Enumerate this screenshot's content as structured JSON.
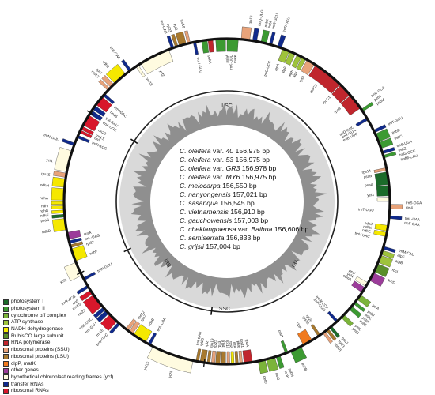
{
  "region_labels": {
    "lsc": "LSC",
    "ssc": "SSC",
    "ira": "IRA",
    "irb": "IRB"
  },
  "species_list": [
    {
      "name": "C. oleifera",
      "suffix": " var. 40",
      "size": " 156,975 bp"
    },
    {
      "name": "C. oleifera",
      "suffix": " var. 53",
      "size": " 156,975 bp"
    },
    {
      "name": "C. oleifera",
      "suffix": " var. GR3",
      "size": " 156,978 bp"
    },
    {
      "name": "C. oleifera",
      "suffix": " var. MY6",
      "size": " 156,975 bp"
    },
    {
      "name": "C. meiocarpa",
      "suffix": "",
      "size": " 156,550 bp"
    },
    {
      "name": "C. nanyongensis",
      "suffix": "",
      "size": " 157,021 bp"
    },
    {
      "name": "C. sasanqua",
      "suffix": "",
      "size": " 156,545 bp"
    },
    {
      "name": "C. vietnamensis",
      "suffix": "",
      "size": " 156,910 bp"
    },
    {
      "name": "C. gauchowensis",
      "suffix": "",
      "size": " 157,003 bp"
    },
    {
      "name": "C. chekiangoleosa",
      "suffix": " var. Baihua",
      "size": " 156,606 bp"
    },
    {
      "name": "C. semiserrata",
      "suffix": "",
      "size": " 156,833 bp"
    },
    {
      "name": "C. grijsii",
      "suffix": "",
      "size": " 157,004 bp"
    }
  ],
  "legend": [
    {
      "label": "photosystem I",
      "color": "#1b6b2a"
    },
    {
      "label": "photosystem II",
      "color": "#3c9a32"
    },
    {
      "label": "cytochrome b/f complex",
      "color": "#7bb43a"
    },
    {
      "label": "ATP synthase",
      "color": "#9ec33b"
    },
    {
      "label": "NADH dehydrogenase",
      "color": "#f5e800"
    },
    {
      "label": "RubisCO large subunit",
      "color": "#5a8f2a"
    },
    {
      "label": "RNA polymerase",
      "color": "#c0262d"
    },
    {
      "label": "ribosomal proteins (SSU)",
      "color": "#e8a37a"
    },
    {
      "label": "ribosomal proteins (LSU)",
      "color": "#a8792e"
    },
    {
      "label": "clpP, matK",
      "color": "#f07a1f"
    },
    {
      "label": "other genes",
      "color": "#9c3c9a"
    },
    {
      "label": "hypothetical chloroplast reading frames (ycf)",
      "color": "#fffbe0"
    },
    {
      "label": "transfer RNAs",
      "color": "#102a8c"
    },
    {
      "label": "ribosomal RNAs",
      "color": "#d8172b"
    }
  ],
  "gene_labels": [
    {
      "t": "psbA",
      "a": 0.2,
      "side": "in"
    },
    {
      "t": "trnK-UUU",
      "a": 1.8,
      "side": "in"
    },
    {
      "t": "matK",
      "a": 3.4,
      "side": "in"
    },
    {
      "t": "rps16",
      "a": 7.5,
      "side": "out"
    },
    {
      "t": "trnQ-UUG",
      "a": 10.5,
      "side": "out"
    },
    {
      "t": "psbK",
      "a": 12.5,
      "side": "out"
    },
    {
      "t": "psbI",
      "a": 13.7,
      "side": "out"
    },
    {
      "t": "trnS-GCU",
      "a": 15.0,
      "side": "out"
    },
    {
      "t": "trnG-UCC",
      "a": 17.0,
      "side": "in"
    },
    {
      "t": "trnR-UCU",
      "a": 18.6,
      "side": "out"
    },
    {
      "t": "atpA",
      "a": 20.5,
      "side": "in"
    },
    {
      "t": "atpF",
      "a": 23.5,
      "side": "in"
    },
    {
      "t": "atpH",
      "a": 26.5,
      "side": "in"
    },
    {
      "t": "atpI",
      "a": 28.3,
      "side": "in"
    },
    {
      "t": "rps2",
      "a": 31.5,
      "side": "in"
    },
    {
      "t": "rpoC2",
      "a": 37.5,
      "side": "in"
    },
    {
      "t": "rpoC1",
      "a": 44.5,
      "side": "in"
    },
    {
      "t": "rpoB",
      "a": 50.5,
      "side": "in"
    },
    {
      "t": "trnC-GCA",
      "a": 54.0,
      "side": "out"
    },
    {
      "t": "petN",
      "a": 55.5,
      "side": "out"
    },
    {
      "t": "psbM",
      "a": 57.0,
      "side": "out"
    },
    {
      "t": "trnD-GUC",
      "a": 59.5,
      "side": "in"
    },
    {
      "t": "trnY-GUA",
      "a": 61.0,
      "side": "in"
    },
    {
      "t": "trnE-UUC",
      "a": 62.5,
      "side": "in"
    },
    {
      "t": "trnT-GGU",
      "a": 64.5,
      "side": "out"
    },
    {
      "t": "psbD",
      "a": 67.5,
      "side": "out"
    },
    {
      "t": "psbC",
      "a": 69.5,
      "side": "out"
    },
    {
      "t": "trnS-UGA",
      "a": 72.0,
      "side": "out"
    },
    {
      "t": "psbZ",
      "a": 73.5,
      "side": "out"
    },
    {
      "t": "trnG-GCC",
      "a": 75.0,
      "side": "out"
    },
    {
      "t": "trnfM-CAU",
      "a": 76.5,
      "side": "out"
    },
    {
      "t": "rps14",
      "a": 78.0,
      "side": "in"
    },
    {
      "t": "psaB",
      "a": 80.0,
      "side": "in"
    },
    {
      "t": "psaA",
      "a": 83.5,
      "side": "in"
    },
    {
      "t": "ycf3",
      "a": 87.5,
      "side": "in"
    },
    {
      "t": "trnS-GGA",
      "a": 90.5,
      "side": "out"
    },
    {
      "t": "rps4",
      "a": 92.0,
      "side": "out"
    },
    {
      "t": "trnT-UGU",
      "a": 93.5,
      "side": "in"
    },
    {
      "t": "trnL-UAA",
      "a": 95.5,
      "side": "out"
    },
    {
      "t": "trnF-GAA",
      "a": 97.0,
      "side": "out"
    },
    {
      "t": "ndhJ",
      "a": 99.0,
      "side": "in"
    },
    {
      "t": "ndhK",
      "a": 100.5,
      "side": "in"
    },
    {
      "t": "ndhC",
      "a": 102.0,
      "side": "in"
    },
    {
      "t": "trnV-UAC",
      "a": 104.0,
      "side": "in"
    },
    {
      "t": "trnM-CAU",
      "a": 106.0,
      "side": "out"
    },
    {
      "t": "atpE",
      "a": 107.5,
      "side": "out"
    },
    {
      "t": "atpB",
      "a": 109.5,
      "side": "out"
    },
    {
      "t": "rbcL",
      "a": 112.5,
      "side": "out"
    },
    {
      "t": "accD",
      "a": 116.0,
      "side": "out"
    },
    {
      "t": "psaI",
      "a": 119.5,
      "side": "in"
    },
    {
      "t": "ycf4",
      "a": 121.0,
      "side": "in"
    },
    {
      "t": "cemA",
      "a": 122.5,
      "side": "in"
    },
    {
      "t": "petA",
      "a": 125.5,
      "side": "out"
    },
    {
      "t": "psbJ",
      "a": 128.0,
      "side": "out"
    },
    {
      "t": "psbL",
      "a": 129.3,
      "side": "out"
    },
    {
      "t": "psbF",
      "a": 130.6,
      "side": "out"
    },
    {
      "t": "psbE",
      "a": 131.9,
      "side": "out"
    },
    {
      "t": "petL",
      "a": 134.0,
      "side": "out"
    },
    {
      "t": "petG",
      "a": 135.3,
      "side": "out"
    },
    {
      "t": "trnW-CCA",
      "a": 136.8,
      "side": "in"
    },
    {
      "t": "trnP-UGG",
      "a": 138.3,
      "side": "in"
    },
    {
      "t": "psaJ",
      "a": 139.8,
      "side": "out"
    },
    {
      "t": "rpl33",
      "a": 141.3,
      "side": "out"
    },
    {
      "t": "rps18",
      "a": 142.8,
      "side": "out"
    },
    {
      "t": "rpl20",
      "a": 145.0,
      "side": "in"
    },
    {
      "t": "rps12",
      "a": 146.5,
      "side": "in"
    },
    {
      "t": "clpP",
      "a": 150.0,
      "side": "in"
    },
    {
      "t": "psbB",
      "a": 155.0,
      "side": "out"
    },
    {
      "t": "psbT",
      "a": 158.0,
      "side": "in"
    },
    {
      "t": "psbN",
      "a": 159.5,
      "side": "out"
    },
    {
      "t": "psbH",
      "a": 161.0,
      "side": "out"
    },
    {
      "t": "petB",
      "a": 164.0,
      "side": "out"
    },
    {
      "t": "petD",
      "a": 168.0,
      "side": "out"
    },
    {
      "t": "rpoA",
      "a": 172.0,
      "side": "in"
    },
    {
      "t": "rps11",
      "a": 174.0,
      "side": "in"
    },
    {
      "t": "rpl36",
      "a": 175.5,
      "side": "in"
    },
    {
      "t": "infA",
      "a": 177.0,
      "side": "in"
    },
    {
      "t": "rps8",
      "a": 178.5,
      "side": "in"
    },
    {
      "t": "rpl14",
      "a": 180.0,
      "side": "in"
    },
    {
      "t": "rpl16",
      "a": 181.5,
      "side": "in"
    },
    {
      "t": "rps3",
      "a": 183.0,
      "side": "in"
    },
    {
      "t": "rpl22",
      "a": 184.5,
      "side": "in"
    },
    {
      "t": "rps19",
      "a": 186.0,
      "side": "in"
    },
    {
      "t": "rpl2",
      "a": 188.0,
      "side": "in"
    },
    {
      "t": "rpl23",
      "a": 190.0,
      "side": "in"
    },
    {
      "t": "trnI-CAU",
      "a": 191.5,
      "side": "in"
    },
    {
      "t": "ycf2",
      "a": 198.0,
      "side": "out"
    },
    {
      "t": "trnL-CAA",
      "a": 208.0,
      "side": "in"
    },
    {
      "t": "ycf15",
      "a": 206.0,
      "side": "out"
    },
    {
      "t": "ndhB",
      "a": 212.0,
      "side": "in"
    },
    {
      "t": "rps7",
      "a": 215.5,
      "side": "in"
    },
    {
      "t": "rps12",
      "a": 217.0,
      "side": "in"
    },
    {
      "t": "trnV-GAC",
      "a": 222.0,
      "side": "out"
    },
    {
      "t": "rrn16",
      "a": 224.0,
      "side": "out"
    },
    {
      "t": "trnI-GAU",
      "a": 227.0,
      "side": "out"
    },
    {
      "t": "trnA-UGC",
      "a": 229.0,
      "side": "out"
    },
    {
      "t": "rrn23",
      "a": 232.5,
      "side": "out"
    },
    {
      "t": "rrn4.5",
      "a": 235.0,
      "side": "out"
    },
    {
      "t": "rrn5",
      "a": 236.3,
      "side": "out"
    },
    {
      "t": "trnR-ACG",
      "a": 238.0,
      "side": "out"
    },
    {
      "t": "trnN-GUU",
      "a": 241.5,
      "side": "in"
    },
    {
      "t": "ycf1",
      "a": 244.0,
      "side": "out"
    },
    {
      "t": "ndhF",
      "a": 249.0,
      "side": "in"
    },
    {
      "t": "rpl32",
      "a": 253.0,
      "side": "in"
    },
    {
      "t": "trnL-UAG",
      "a": 255.0,
      "side": "in"
    },
    {
      "t": "ccsA",
      "a": 257.0,
      "side": "in"
    },
    {
      "t": "ndhD",
      "a": 260.5,
      "side": "out"
    },
    {
      "t": "psaC",
      "a": 264.0,
      "side": "out"
    },
    {
      "t": "ndhE",
      "a": 265.5,
      "side": "out"
    },
    {
      "t": "ndhG",
      "a": 267.0,
      "side": "out"
    },
    {
      "t": "ndhI",
      "a": 268.5,
      "side": "out"
    },
    {
      "t": "ndhA",
      "a": 271.0,
      "side": "out"
    },
    {
      "t": "ndhH",
      "a": 275.0,
      "side": "out"
    },
    {
      "t": "rps15",
      "a": 278.5,
      "side": "out"
    },
    {
      "t": "ycf1",
      "a": 283.0,
      "side": "out"
    },
    {
      "t": "trnN-GUU",
      "a": 290.0,
      "side": "out"
    },
    {
      "t": "trnR-ACG",
      "a": 293.5,
      "side": "in"
    },
    {
      "t": "rrn5",
      "a": 295.5,
      "side": "in"
    },
    {
      "t": "rrn4.5",
      "a": 296.8,
      "side": "in"
    },
    {
      "t": "rrn23",
      "a": 299.0,
      "side": "in"
    },
    {
      "t": "trnA-UGC",
      "a": 302.5,
      "side": "in"
    },
    {
      "t": "trnI-GAU",
      "a": 304.5,
      "side": "in"
    },
    {
      "t": "rrn16",
      "a": 307.5,
      "side": "in"
    },
    {
      "t": "trnV-GAC",
      "a": 310.0,
      "side": "in"
    },
    {
      "t": "rps12",
      "a": 314.0,
      "side": "out"
    },
    {
      "t": "rps7",
      "a": 315.5,
      "side": "out"
    },
    {
      "t": "ndhB",
      "a": 318.5,
      "side": "out"
    },
    {
      "t": "trnL-CAA",
      "a": 323.0,
      "side": "out"
    },
    {
      "t": "ycf15",
      "a": 327.0,
      "side": "in"
    },
    {
      "t": "ycf2",
      "a": 333.0,
      "side": "in"
    },
    {
      "t": "trnI-CAU",
      "a": 340.0,
      "side": "out"
    },
    {
      "t": "rpl23",
      "a": 341.5,
      "side": "out"
    },
    {
      "t": "rpl2",
      "a": 343.5,
      "side": "out"
    },
    {
      "t": "rps19",
      "a": 346.0,
      "side": "out"
    },
    {
      "t": "trnH-GUG",
      "a": 348.5,
      "side": "in"
    },
    {
      "t": "psbA",
      "a": 353.0,
      "side": "in"
    }
  ]
}
